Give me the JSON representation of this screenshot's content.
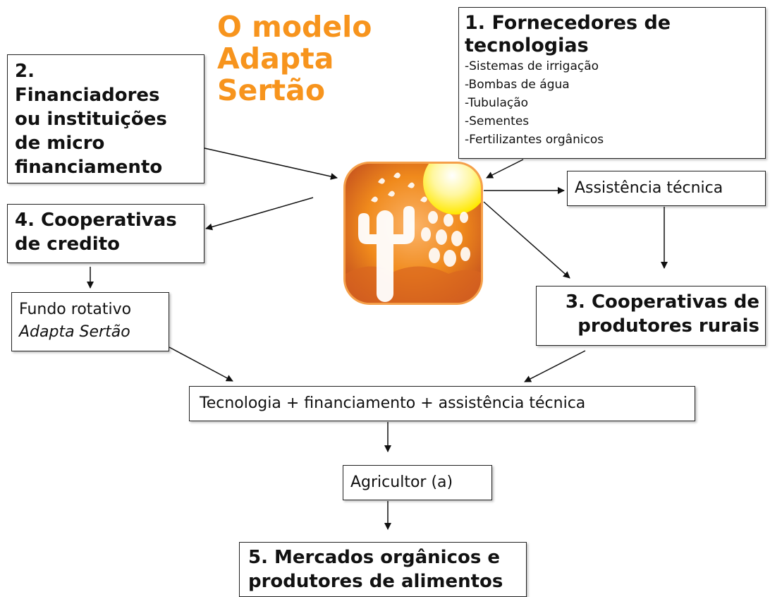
{
  "title": {
    "lines": [
      "O modelo",
      "Adapta",
      "Sertão"
    ]
  },
  "boxes": {
    "fornecedores": {
      "title_lines": [
        "1. Fornecedores de",
        "tecnologias"
      ],
      "items": [
        "-Sistemas de irrigação",
        "-Bombas de água",
        "-Tubulação",
        "-Sementes",
        "-Fertilizantes orgânicos"
      ]
    },
    "financiadores": {
      "lines": [
        "2.",
        "Financiadores",
        "ou instituições",
        "de micro",
        "financiamento"
      ]
    },
    "cooperativas_credito": {
      "lines": [
        "4. Cooperativas",
        "de credito"
      ]
    },
    "fundo_rotativo": {
      "line1": "Fundo rotativo",
      "line2": "Adapta Sertão"
    },
    "assistencia": {
      "label": "Assistência técnica"
    },
    "cooperativas_produtores": {
      "lines": [
        "3. Cooperativas de",
        "produtores rurais"
      ]
    },
    "tecnologia": {
      "label": "Tecnologia + financiamento + assistência técnica"
    },
    "agricultor": {
      "label": "Agricultor (a)"
    },
    "mercados": {
      "lines": [
        "5. Mercados orgânicos e",
        "produtores de alimentos"
      ]
    }
  },
  "colors": {
    "title": "#f7941d",
    "logo_orange": "#f08a1c",
    "logo_dark": "#c4501e",
    "sun": "#ffe800"
  },
  "icons": {
    "logo": "cactus-sun-rain-logo-icon"
  }
}
